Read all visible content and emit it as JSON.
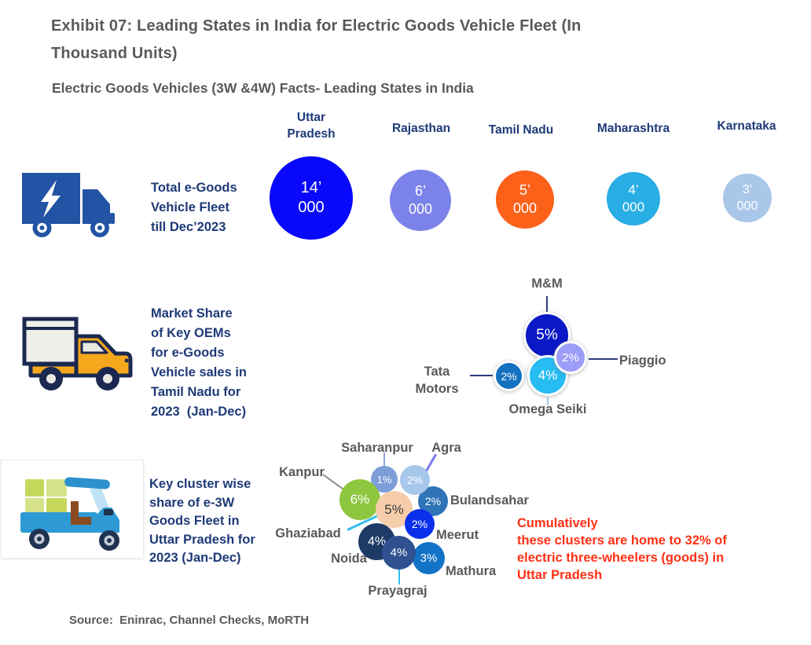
{
  "colors": {
    "navy": "#1E3A78",
    "gray": "#595959",
    "titlegray": "#595959",
    "red": "#FF3014",
    "lnnavy": "#2F3C7E",
    "lngray": "#8C8C8C",
    "lncyan": "#35BCEC",
    "lnperi": "#8FA8DC",
    "lnslate": "#7B7BF0",
    "lnlight": "#A8C5DF"
  },
  "header": {
    "title": "Exhibit 07: Leading States in India for Electric Goods Vehicle Fleet (In\nThousand Units)",
    "subtitle": "Electric Goods Vehicles (3W &4W) Facts- Leading States in India"
  },
  "fleet_row": {
    "label": "Total e-Goods\nVehicle Fleet\ntill Dec’2023",
    "icon": "electric-truck-icon",
    "states": [
      {
        "name": "Uttar Pradesh",
        "value_top": "14’",
        "value_bottom": "000",
        "color": "#0808FC"
      },
      {
        "name": "Rajasthan",
        "value_top": "6’",
        "value_bottom": "000",
        "color": "#7B82E9"
      },
      {
        "name": "Tamil Nadu",
        "value_top": "5’",
        "value_bottom": "000",
        "color": "#FB6119"
      },
      {
        "name": "Maharashtra",
        "value_top": "4’",
        "value_bottom": "000",
        "color": "#28ADE4"
      },
      {
        "name": "Karnataka",
        "value_top": "3’",
        "value_bottom": "000",
        "color": "#A9C7E9"
      }
    ]
  },
  "oem_row": {
    "label": "Market Share\nof Key OEMs\nfor e-Goods\nVehicle sales in\nTamil Nadu for\n2023  (Jan-Dec)",
    "icon": "delivery-truck-icon",
    "oems": [
      {
        "name": "M&M",
        "value": "5%",
        "color": "#0A18C6"
      },
      {
        "name": "Piaggio",
        "value": "2%",
        "color": "#9C9DF6"
      },
      {
        "name": "Tata Motors",
        "value": "2%",
        "color": "#1471C0"
      },
      {
        "name": "Omega Seiki",
        "value": "4%",
        "color": "#27BCF2"
      }
    ]
  },
  "cluster_row": {
    "label": "Key cluster wise\nshare of e-3W\nGoods Fleet in\nUttar Pradesh for\n2023 (Jan-Dec)",
    "icon": "cargo-rickshaw-icon",
    "clusters": [
      {
        "name": "Saharanpur",
        "value": "1%",
        "color": "#7E9ED9"
      },
      {
        "name": "Agra",
        "value": "2%",
        "color": "#A7C7EB"
      },
      {
        "name": "Kanpur",
        "value": "6%",
        "color": "#8DC63F"
      },
      {
        "name": "Ghaziabad",
        "value": "5%",
        "color": "#F6CDAB"
      },
      {
        "name": "Bulandsahar",
        "value": "2%",
        "color": "#2E74B6"
      },
      {
        "name": "Meerut",
        "value": "2%",
        "color": "#0A30EC"
      },
      {
        "name": "Noida",
        "value": "4%",
        "color": "#1E3A66"
      },
      {
        "name": "Prayagraj",
        "value": "4%",
        "color": "#2F5190"
      },
      {
        "name": "Mathura",
        "value": "3%",
        "color": "#1373C6"
      }
    ],
    "note": "Cumulatively\nthese clusters are home to 32% of\nelectric three-wheelers (goods) in\nUttar Pradesh"
  },
  "footer": {
    "source": "Source:  Eninrac, Channel Checks, MoRTH"
  },
  "chart_data": [
    {
      "type": "scatter",
      "style": "bubble",
      "title": "Total e-Goods Vehicle Fleet till Dec’2023 (Thousand Units)",
      "categories": [
        "Uttar Pradesh",
        "Rajasthan",
        "Tamil Nadu",
        "Maharashtra",
        "Karnataka"
      ],
      "values": [
        14000,
        6000,
        5000,
        4000,
        3000
      ],
      "value_labels": [
        "14’000",
        "6’000",
        "5’000",
        "4’000",
        "3’000"
      ],
      "legend_position": "none",
      "grid": false
    },
    {
      "type": "scatter",
      "style": "bubble",
      "title": "Market Share of Key OEMs for e-Goods Vehicle sales in Tamil Nadu for 2023 (Jan-Dec)",
      "categories": [
        "M&M",
        "Piaggio",
        "Tata Motors",
        "Omega Seiki"
      ],
      "values": [
        5,
        2,
        2,
        4
      ],
      "unit": "%",
      "legend_position": "none",
      "grid": false
    },
    {
      "type": "scatter",
      "style": "bubble",
      "title": "Key cluster wise share of e-3W Goods Fleet in Uttar Pradesh for 2023 (Jan-Dec)",
      "categories": [
        "Saharanpur",
        "Agra",
        "Kanpur",
        "Ghaziabad",
        "Bulandsahar",
        "Meerut",
        "Noida",
        "Prayagraj",
        "Mathura"
      ],
      "values": [
        1,
        2,
        6,
        5,
        2,
        2,
        4,
        4,
        3
      ],
      "unit": "%",
      "annotation": "Cumulatively these clusters are home to 32% of electric three-wheelers (goods) in Uttar Pradesh",
      "legend_position": "none",
      "grid": false
    }
  ]
}
